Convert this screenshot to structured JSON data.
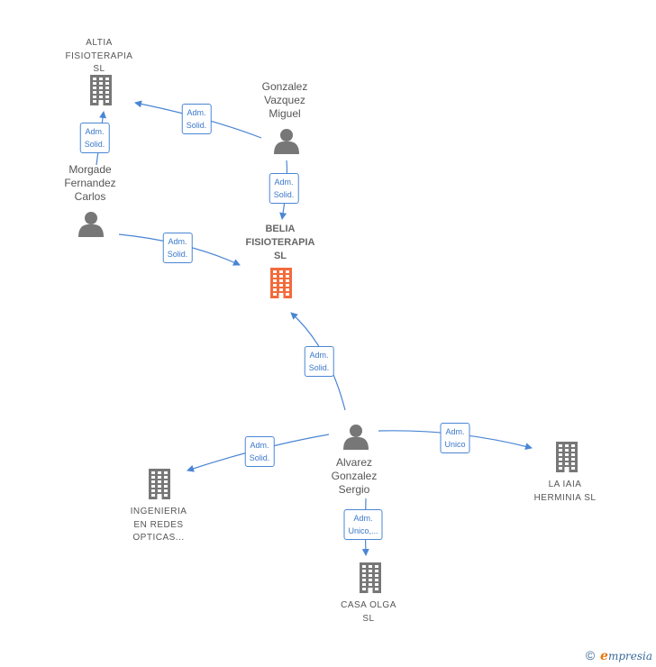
{
  "colors": {
    "edge": "#4a86d4",
    "node_gray": "#777777",
    "node_focus": "#f26b3a",
    "label_text": "#555555",
    "edge_label_text": "#3a78c9"
  },
  "nodes": [
    {
      "id": "altia",
      "type": "company",
      "icon": "building-icon",
      "label": "ALTIA\nFISIOTERAPIA\nSL"
    },
    {
      "id": "gonzalez",
      "type": "person",
      "icon": "person-icon",
      "label": "Gonzalez\nVazquez\nMiguel"
    },
    {
      "id": "morgade",
      "type": "person",
      "icon": "person-icon",
      "label": "Morgade\nFernandez\nCarlos"
    },
    {
      "id": "belia",
      "type": "company-focus",
      "icon": "building-icon",
      "label": "BELIA\nFISIOTERAPIA\nSL"
    },
    {
      "id": "alvarez",
      "type": "person",
      "icon": "person-icon",
      "label": "Alvarez\nGonzalez\nSergio"
    },
    {
      "id": "laiaia",
      "type": "company",
      "icon": "building-icon",
      "label": "LA IAIA\nHERMINIA SL"
    },
    {
      "id": "ingenieria",
      "type": "company",
      "icon": "building-icon",
      "label": "INGENIERIA\nEN REDES\nOPTICAS..."
    },
    {
      "id": "casaolga",
      "type": "company",
      "icon": "building-icon",
      "label": "CASA OLGA\nSL"
    }
  ],
  "edges": [
    {
      "from": "gonzalez",
      "to": "altia",
      "label": "Adm.\nSolid."
    },
    {
      "from": "morgade",
      "to": "altia",
      "label": "Adm.\nSolid."
    },
    {
      "from": "gonzalez",
      "to": "belia",
      "label": "Adm.\nSolid."
    },
    {
      "from": "morgade",
      "to": "belia",
      "label": "Adm.\nSolid."
    },
    {
      "from": "alvarez",
      "to": "belia",
      "label": "Adm.\nSolid."
    },
    {
      "from": "alvarez",
      "to": "laiaia",
      "label": "Adm.\nUnico"
    },
    {
      "from": "alvarez",
      "to": "ingenieria",
      "label": "Adm.\nSolid."
    },
    {
      "from": "alvarez",
      "to": "casaolga",
      "label": "Adm.\nUnico,..."
    }
  ],
  "footer": {
    "copyright_symbol": "©",
    "brand_initial": "e",
    "brand_rest": "mpresia"
  }
}
